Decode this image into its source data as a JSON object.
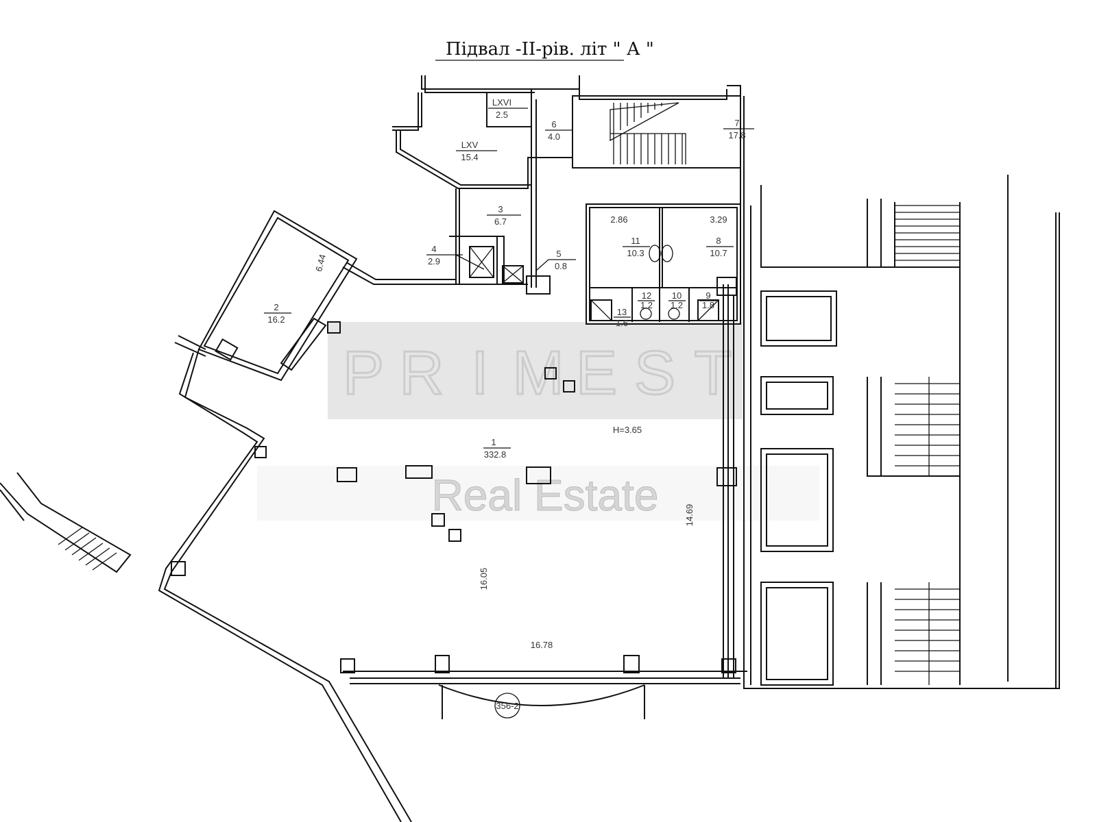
{
  "title": "Підвал  -II-рів. літ \" А \"",
  "rooms": [
    {
      "id": "LXVI",
      "area": "2.5"
    },
    {
      "id": "LXV",
      "area": "15.4"
    },
    {
      "id": "6",
      "area": "4.0"
    },
    {
      "id": "7",
      "area": "17.8"
    },
    {
      "id": "3",
      "area": "6.7"
    },
    {
      "id": "4",
      "area": "2.9"
    },
    {
      "id": "5",
      "area": "0.8"
    },
    {
      "id": "11",
      "area": "10.3"
    },
    {
      "id": "8",
      "area": "10.7"
    },
    {
      "id": "2",
      "area": "16.2"
    },
    {
      "id": "1",
      "area": "332.8"
    },
    {
      "id": "13",
      "area": "1.6"
    },
    {
      "id": "12",
      "area": "1.2"
    },
    {
      "id": "10",
      "area": "1.2"
    },
    {
      "id": "9",
      "area": "1.8"
    }
  ],
  "dimensions": {
    "d286": "2.86",
    "d329": "3.29",
    "d644": "6.44",
    "d1605": "16.05",
    "d1469": "14.69",
    "d1678": "16.78",
    "height": "H=3.65"
  },
  "tag": "356-2",
  "watermark": {
    "letters": [
      "P",
      "R",
      "I",
      "M",
      "E",
      "S",
      "T"
    ],
    "subtitle": "Real Estate"
  }
}
